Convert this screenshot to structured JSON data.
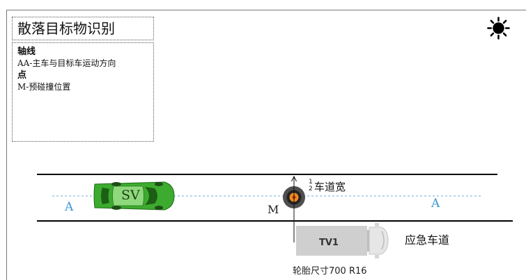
{
  "title": "散落目标物识别",
  "legend": {
    "axis_heading": "轴线",
    "axis_text": "AA-主车与目标车运动方向",
    "point_heading": "点",
    "point_text": "M-预碰撞位置"
  },
  "icons": {
    "weather": "sun-icon"
  },
  "scene": {
    "axis_label_left": "A",
    "axis_label_right": "A",
    "collision_point_label": "M",
    "lane_width_fraction_num": "1",
    "lane_width_fraction_den": "2",
    "lane_width_label": "车道宽",
    "subject_vehicle_label": "SV",
    "target_vehicle_label": "TV1",
    "emergency_lane_label": "应急车道",
    "tire_size_label": "轮胎尺寸700 R16"
  },
  "colors": {
    "axis": "#3a95d6",
    "subject_vehicle": "#3cab2f",
    "target_vehicle": "#cfcfcf"
  }
}
